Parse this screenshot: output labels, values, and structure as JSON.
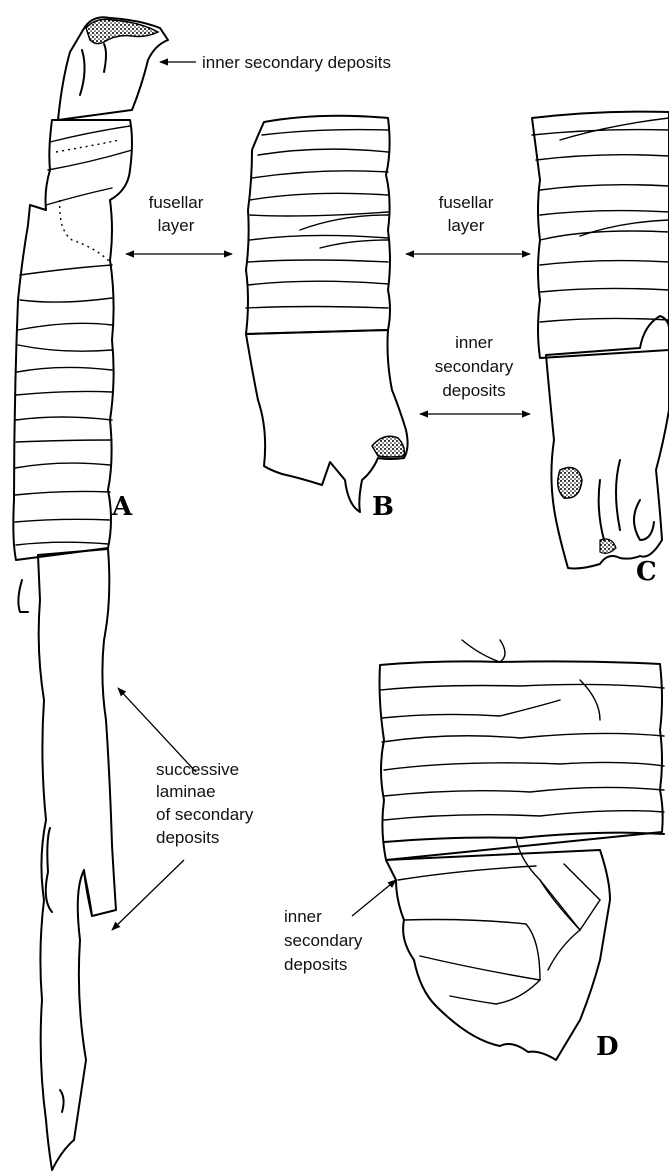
{
  "labels": {
    "inner_secondary_top": "inner secondary deposits",
    "fusellar_1_line1": "fusellar",
    "fusellar_1_line2": "layer",
    "fusellar_2_line1": "fusellar",
    "fusellar_2_line2": "layer",
    "inner_secondary_mid_line1": "inner",
    "inner_secondary_mid_line2": "secondary",
    "inner_secondary_mid_line3": "deposits",
    "successive_line1": "successive",
    "successive_line2": "laminae",
    "successive_line3": "of secondary",
    "successive_line4": "deposits",
    "inner_secondary_d_line1": "inner",
    "inner_secondary_d_line2": "secondary",
    "inner_secondary_d_line3": "deposits"
  },
  "panels": {
    "a": "A",
    "b": "B",
    "c": "C",
    "d": "D"
  }
}
